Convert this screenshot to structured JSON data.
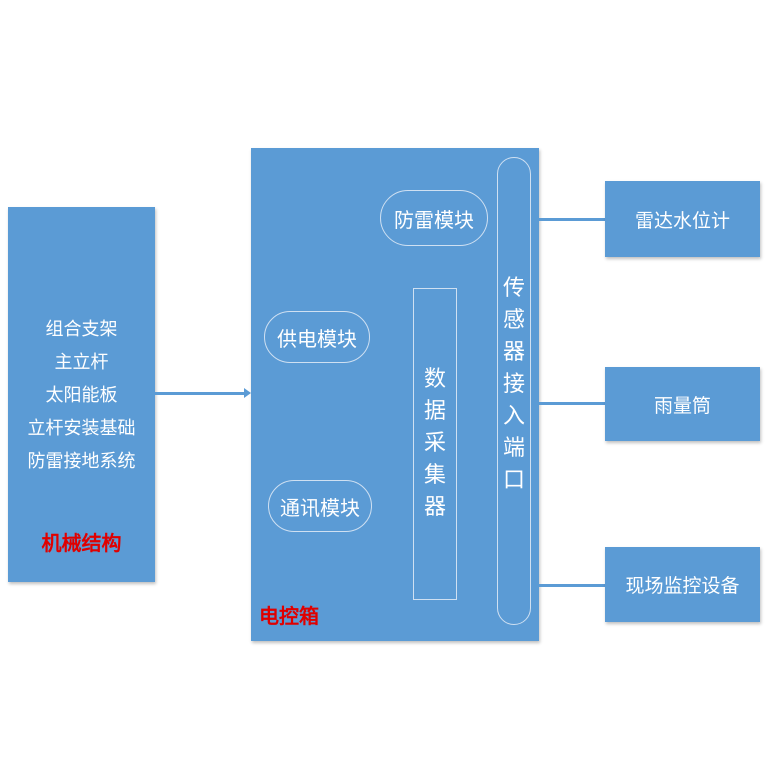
{
  "mechanical": {
    "items": [
      "组合支架",
      "主立杆",
      "太阳能板",
      "立杆安装基础",
      "防雷接地系统"
    ],
    "title": "机械结构"
  },
  "control_box": {
    "title": "电控箱",
    "lightning_module": "防雷模块",
    "power_module": "供电模块",
    "comm_module": "通讯模块",
    "data_collector": [
      "数",
      "据",
      "采",
      "集",
      "器"
    ],
    "sensor_port": [
      "传",
      "感",
      "器",
      "接",
      "入",
      "端",
      "口"
    ]
  },
  "devices": [
    "雷达水位计",
    "雨量筒",
    "现场监控设备"
  ],
  "colors": {
    "box": "#5b9bd5",
    "title_red": "#e00000"
  }
}
